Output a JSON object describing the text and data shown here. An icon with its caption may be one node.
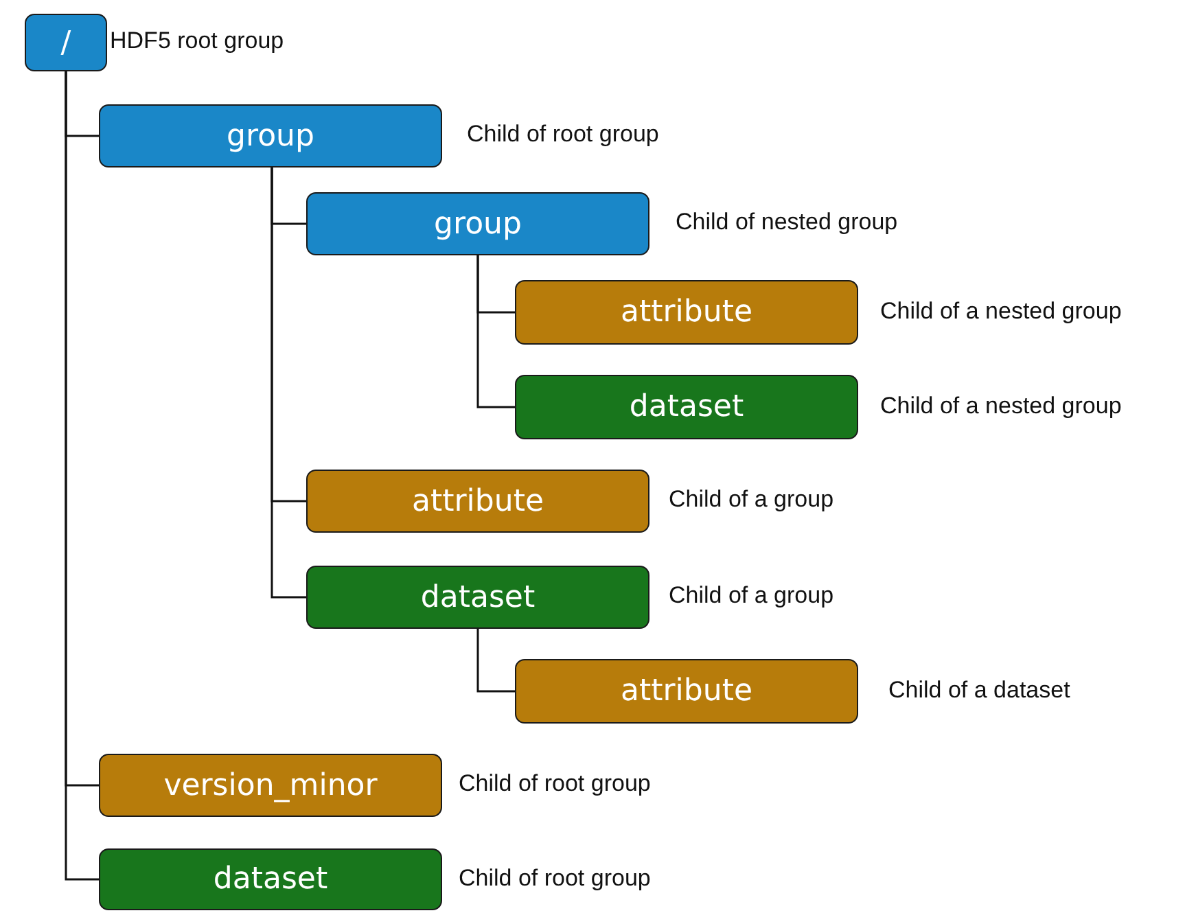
{
  "diagram": {
    "nodes": [
      {
        "text": [
          "/"
        ],
        "beside": [
          "HDF5 root group"
        ]
      },
      {
        "text": [
          "group"
        ],
        "beside": [
          "Child of root group"
        ]
      },
      {
        "text": [
          "group"
        ],
        "beside": [
          "Child of nested group"
        ]
      },
      {
        "text": [
          "attribute"
        ],
        "beside": [
          "Child of a nested group"
        ]
      },
      {
        "text": [
          "dataset"
        ],
        "beside": [
          "Child of a nested group"
        ]
      },
      {
        "text": [
          "attribute"
        ],
        "beside": [
          "Child of a group"
        ]
      },
      {
        "text": [
          "dataset"
        ],
        "beside": [
          "Child of a group"
        ]
      },
      {
        "text": [
          "attribute"
        ],
        "beside": [
          "Child of a dataset"
        ]
      },
      {
        "text": [
          "version_minor"
        ],
        "beside": [
          "Child of root group"
        ]
      },
      {
        "text": [
          "dataset"
        ],
        "beside": [
          "Child of root group"
        ]
      }
    ],
    "edges": [
      {
        "from": 0,
        "to": 1,
        "arrow": "none"
      },
      {
        "from": 1,
        "to": 2,
        "arrow": "none"
      },
      {
        "from": 2,
        "to": 3,
        "arrow": "none"
      },
      {
        "from": 2,
        "to": 4,
        "arrow": "none"
      },
      {
        "from": 1,
        "to": 5,
        "arrow": "none"
      },
      {
        "from": 1,
        "to": 6,
        "arrow": "none"
      },
      {
        "from": 6,
        "to": 7,
        "arrow": "none"
      },
      {
        "from": 0,
        "to": 8,
        "arrow": "none"
      },
      {
        "from": 0,
        "to": 9,
        "arrow": "none"
      }
    ]
  }
}
